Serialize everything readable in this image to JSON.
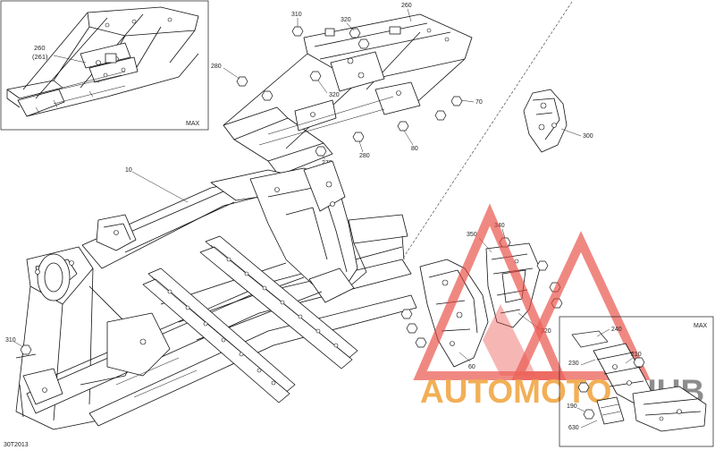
{
  "diagram_code": "30T2013",
  "inset_tag": "MAX",
  "callouts": {
    "c10": "10",
    "c60": "60",
    "c70": "70",
    "c80": "80",
    "c260": "260",
    "c260_alt": "(261)",
    "c260_main": "260",
    "c270": "270",
    "c280": "280",
    "c280b": "280",
    "c300": "300",
    "c310_top": "310",
    "c310_left": "310",
    "c320_top": "320",
    "c320_mid": "320",
    "c320_low": "320",
    "c340": "340",
    "c350": "350",
    "c190": "190",
    "c210": "210",
    "c230": "230",
    "c240": "240",
    "c630": "630"
  },
  "watermark": {
    "text_part1": "AUTOMOTO",
    "text_part2": "HUB",
    "color_orange": "#f0a23a",
    "color_gray": "#7a7a7a",
    "color_red": "#e8453c"
  }
}
